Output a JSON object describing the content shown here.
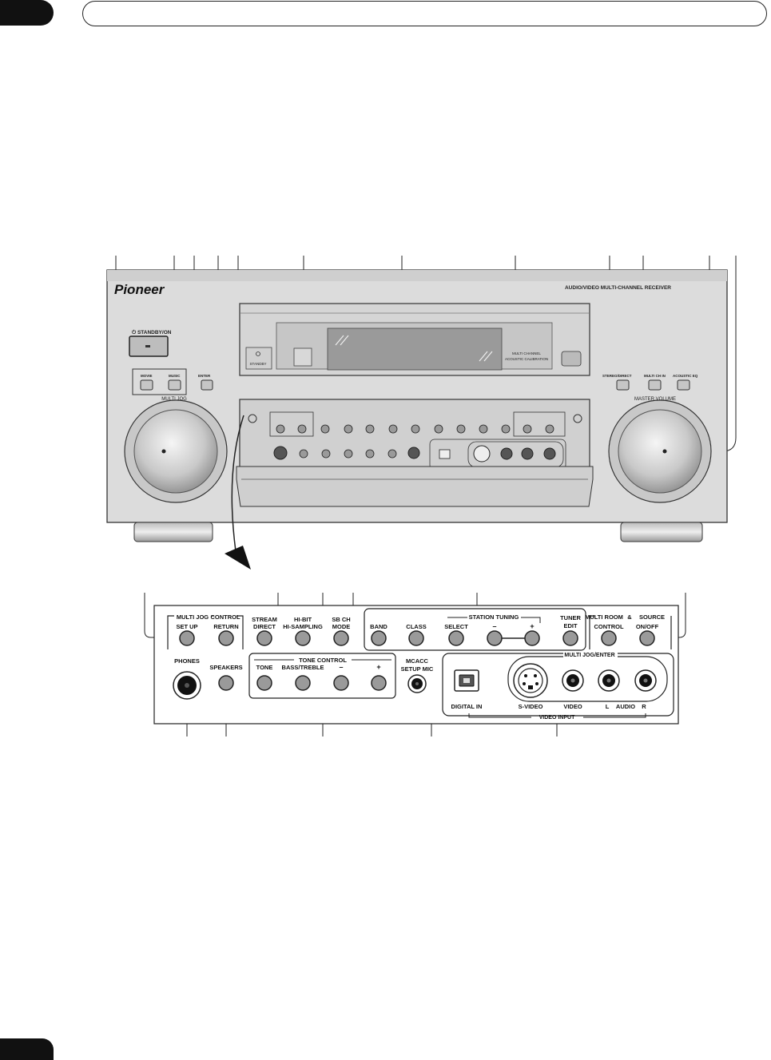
{
  "receiver": {
    "brand": "Pioneer",
    "model_caption": "AUDIO/VIDEO MULTI-CHANNEL RECEIVER",
    "standby_on": "⏻ STANDBY/ON",
    "standby_indicator": "STANDBY",
    "movie": "MOVIE",
    "music": "MUSIC",
    "enter": "ENTER",
    "multi_jog": "MULTI JOG",
    "mcacc_line1": "MULTI CHANNEL",
    "mcacc_line2": "ACOUSTIC CALIBRATION",
    "stereo_direct": "STEREO/DIRECT",
    "multi_ch_in": "MULTI CH IN",
    "acoustic_eq": "ACOUSTIC EQ",
    "master_volume": "MASTER VOLUME"
  },
  "panel": {
    "multi_jog": "MULTI JOG",
    "control": "CONTROL",
    "set_up": "SET UP",
    "return": "RETURN",
    "stream_direct_1": "STREAM",
    "stream_direct_2": "DIRECT",
    "hibit_1": "HI-BIT",
    "hibit_2": "HI-SAMPLING",
    "sbch_1": "SB CH",
    "sbch_2": "MODE",
    "station_tuning": "STATION TUNING",
    "band": "BAND",
    "class": "CLASS",
    "select": "SELECT",
    "minus": "–",
    "plus": "+",
    "tuner_1": "TUNER",
    "tuner_2": "EDIT",
    "multi_room": "MULTI ROOM",
    "amp": "&",
    "source": "SOURCE",
    "mr_control": "CONTROL",
    "on_off": "ON/OFF",
    "phones": "PHONES",
    "speakers": "SPEAKERS",
    "tone_control": "TONE CONTROL",
    "tone": "TONE",
    "bass_treble": "BASS/TREBLE",
    "tc_minus": "–",
    "tc_plus": "+",
    "mcacc_1": "MCACC",
    "mcacc_2": "SETUP MIC",
    "multi_jog_enter": "MULTI JOG/ENTER",
    "digital_in": "DIGITAL IN",
    "s_video": "S-VIDEO",
    "video": "VIDEO",
    "l": "L",
    "audio": "AUDIO",
    "r": "R",
    "video_input": "VIDEO INPUT"
  },
  "icons": [
    "power-icon",
    "optical-port-icon",
    "s-video-port-icon",
    "rca-jack-icon",
    "headphone-jack-icon"
  ]
}
